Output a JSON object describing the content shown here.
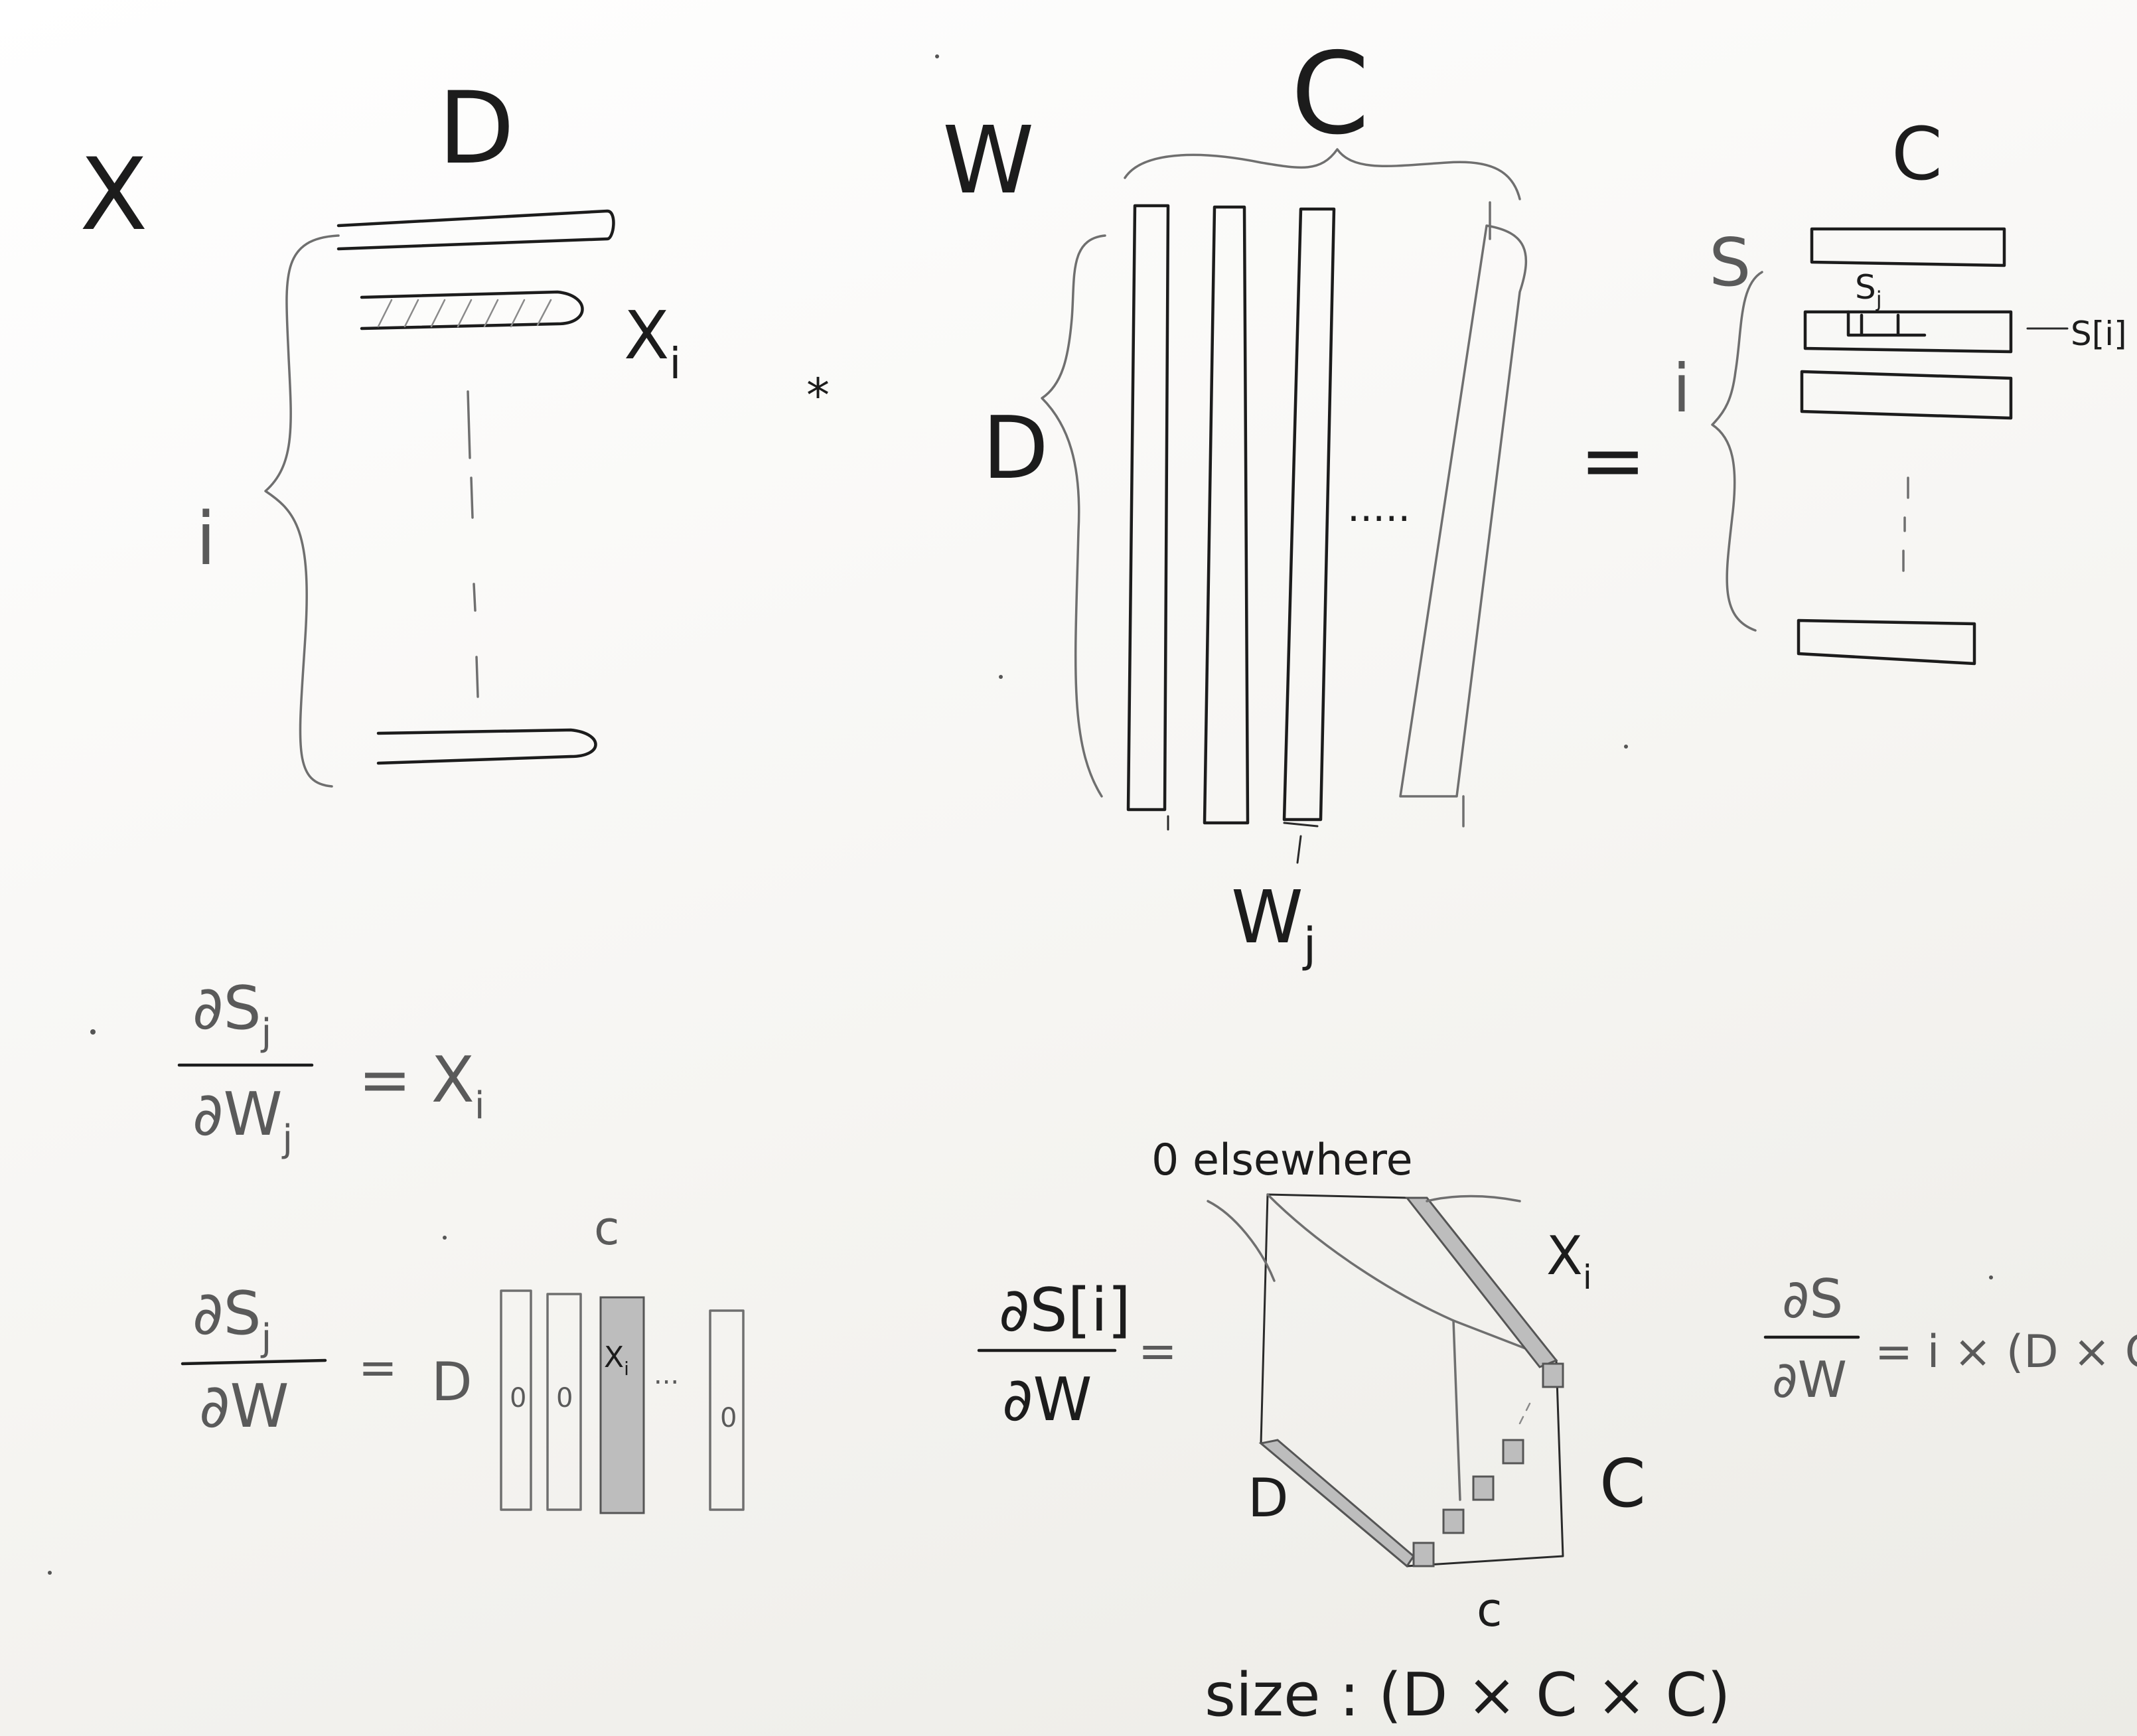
{
  "labels": {
    "x_matrix": "X",
    "x_width": "D",
    "x_row": "X",
    "x_row_sub": "i",
    "x_rows": "i",
    "times": "*",
    "w_matrix": "W",
    "w_width": "C",
    "w_height": "D",
    "w_col": "W",
    "w_col_sub": "j",
    "w_dots": ".....",
    "equals": "=",
    "s_matrix": "S",
    "s_width": "C",
    "s_rows": "i",
    "s_elem": "S",
    "s_elem_sub": "j",
    "s_row": "S[i]"
  },
  "eq1": {
    "num": "∂S",
    "num_sub": "j",
    "den": "∂W",
    "den_sub": "j",
    "rhs": "= X",
    "rhs_sub": "i"
  },
  "eq2": {
    "num": "∂S",
    "num_sub": "j",
    "den": "∂W",
    "eq": "=",
    "dim_d": "D",
    "dim_c": "c",
    "col_zero_1": "0",
    "col_zero_2": "0",
    "col_x": "X",
    "col_x_sub": "i",
    "dots": "...",
    "col_zero_3": "0"
  },
  "eq3": {
    "num": "∂S[i]",
    "den": "∂W",
    "eq": "=",
    "note": "0 elsewhere",
    "xi": "X",
    "xi_sub": "i",
    "dim_d": "D",
    "dim_c_right": "C",
    "dim_c_bottom": "c",
    "size": "size : (D × C × C)"
  },
  "eq4": {
    "num": "∂S",
    "den": "∂W",
    "rhs": "= i × (D × C × C)"
  }
}
